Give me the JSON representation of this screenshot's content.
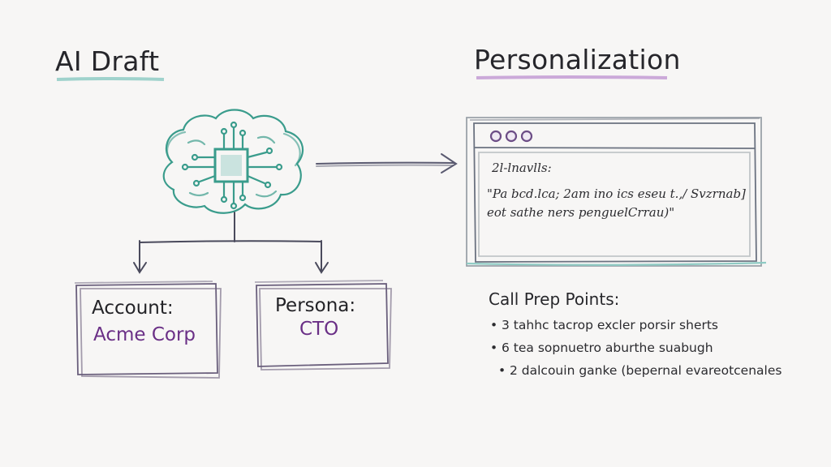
{
  "titles": {
    "left": "AI Draft",
    "right": "Personalization"
  },
  "boxes": {
    "account": {
      "label": "Account:",
      "value": "Acme Corp"
    },
    "persona": {
      "label": "Persona:",
      "value": "CTO"
    }
  },
  "window": {
    "line1": "2l-lnavlls:",
    "line2": "\"Pa bcd.lca; 2am ino ics eseu t.,/ Svzrnab]",
    "line3": "eot sathe ners penguelCrrau)\""
  },
  "prep": {
    "title": "Call Prep Points:",
    "bullet": "•",
    "items": [
      "3 tahhc tacrop excler porsir sherts",
      "6 tea sopnuetro aburthe suabugh",
      "2 dalcouin ganke (bepernal evareotcenales"
    ]
  },
  "colors": {
    "teal": "#3a9c8c",
    "purple": "#7a4a93",
    "ink": "#2a2a2e",
    "window_dots": "#6c4d86"
  },
  "icons": {
    "brain": "brain-chip-icon",
    "arrow": "arrow-right-icon"
  }
}
